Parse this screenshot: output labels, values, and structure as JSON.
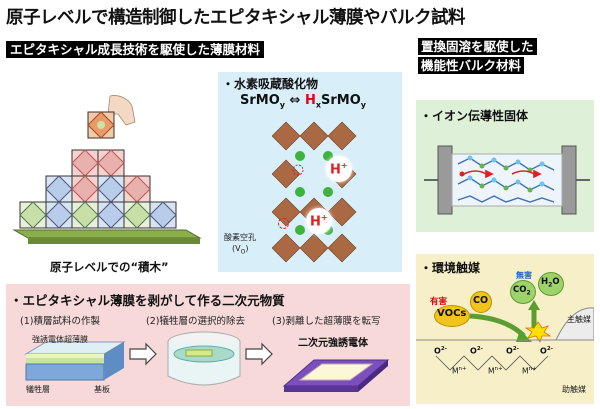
{
  "title": "原子レベルで構造制御したエピタキシャル薄膜やバルク試料",
  "left_header": "エピタキシャル成長技術を駆使した薄膜材料",
  "right_header": [
    "置換固溶を駆使した",
    "機能性バルク材料"
  ],
  "blocks_caption": "原子レベルでの“積木”",
  "hydride": {
    "heading": "・水素吸蔵酸化物",
    "formula_left": "SrMO",
    "formula_left_sub": "y",
    "arrow": "⇔",
    "formula_right_H": "H",
    "formula_right_x": "x",
    "formula_right_rest": "SrMO",
    "formula_right_sub": "y",
    "proton": "H",
    "proton_sup": "+",
    "vacancy_label": "酸素空孔",
    "vacancy_symbol": "(V",
    "vacancy_sub": "O",
    "vacancy_close": ")"
  },
  "ionic": {
    "heading": "・イオン伝導性固体"
  },
  "catalyst": {
    "heading": "・環境触媒",
    "harmful": "有害",
    "harmless": "無害",
    "vocs": "VOCs",
    "co": "CO",
    "co2": "CO",
    "co2_sub": "2",
    "h2o_h": "H",
    "h2o_sub": "2",
    "h2o_o": "O",
    "main_catalyst": "主触媒",
    "co_catalyst": "助触媒",
    "o_ion": "O",
    "o_sup": "2-",
    "m_ion": "M",
    "m_sup": "n+"
  },
  "twod": {
    "heading": "・エピタキシャル薄膜を剥がして作る二次元物質",
    "step1": "(1)積層試料の作製",
    "step2": "(2)犠牲層の選択的除去",
    "step3": "(3)剥離した超薄膜を転写",
    "film_label": "強誘電体超薄膜",
    "sacrificial_label": "犠牲層",
    "substrate_label": "基板",
    "ferro_label": "二次元強誘電体"
  },
  "colors": {
    "blue_panel": "#d8eef9",
    "pink_panel": "#f6d9d8",
    "yellow_panel": "#f7efc8",
    "green_panel": "#dff0d8",
    "red_text": "#e60012",
    "proton_red": "#e02020"
  }
}
